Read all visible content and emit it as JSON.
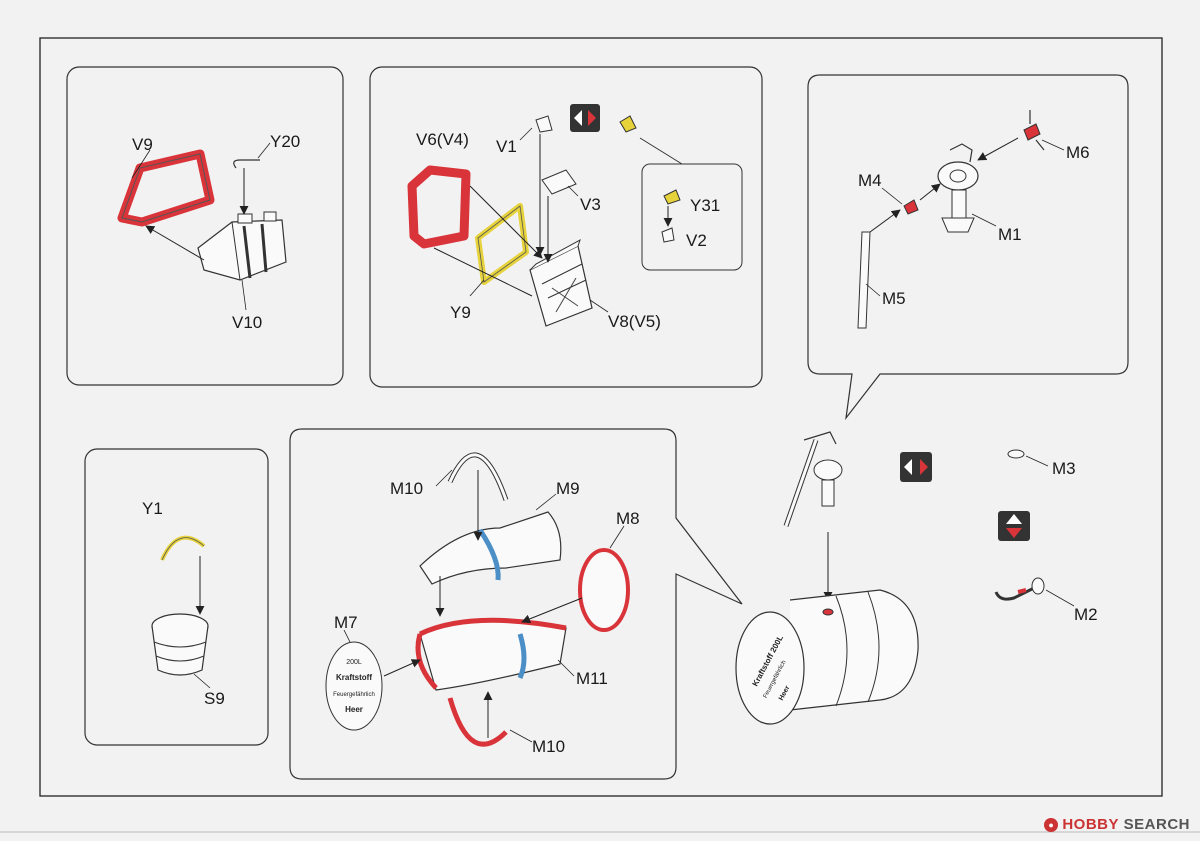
{
  "labels": {
    "v9": "V9",
    "y20": "Y20",
    "v10": "V10",
    "v6v4": "V6(V4)",
    "v1": "V1",
    "v3": "V3",
    "y9": "Y9",
    "v8v5": "V8(V5)",
    "y31": "Y31",
    "v2": "V2",
    "m4": "M4",
    "m6": "M6",
    "m1": "M1",
    "m5": "M5",
    "m3": "M3",
    "m2": "M2",
    "y1": "Y1",
    "s9": "S9",
    "m10_top": "M10",
    "m9": "M9",
    "m8": "M8",
    "m7": "M7",
    "m11": "M11",
    "m10_bottom": "M10"
  },
  "m7_plate_text": [
    "200L",
    "Kraftstoff",
    "Feuergefährlich",
    "Heer"
  ],
  "drum_text": [
    "Kraftstoff 200L",
    "Feuergefährlich",
    "Heer"
  ],
  "colors": {
    "part_red": "#d9343a",
    "part_yellow": "#e6d23a",
    "part_blue": "#4b8fc6",
    "line": "#333333",
    "frame_bg": "#f2f2f2"
  },
  "icons": [
    "left-right-flip-icon",
    "up-down-flip-icon"
  ],
  "watermark": {
    "brand": "HOBBY",
    "rest": "SEARCH"
  }
}
